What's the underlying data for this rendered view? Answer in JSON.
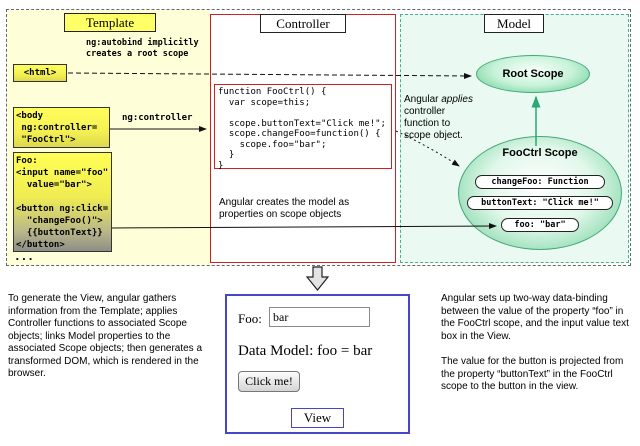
{
  "colors": {
    "template-bg": "#feffd9",
    "template-box": "#ffff66",
    "controller-border": "#cc2222",
    "model-border": "#45b08c",
    "model-bg": "#eafaf3",
    "scope-green": "#2aa876",
    "view-border": "#4646c8"
  },
  "template": {
    "header": "Template",
    "autobind_note": "ng:autobind implicitly\ncreates a root scope",
    "html_box": "<html>",
    "body_box": "<body\n ng:controller=\n \"FooCtrl\">",
    "ng_controller_label": "ng:controller",
    "code": "Foo:\n<input name=\"foo\"\n  value=\"bar\">\n\n<button ng:click=\n  \"changeFoo()\">\n  {{buttonText}}\n</button>",
    "ellipsis": "..."
  },
  "controller": {
    "header": "Controller",
    "code": "function FooCtrl() {\n  var scope=this;\n\n  scope.buttonText=\"Click me!\";\n  scope.changeFoo=function() {\n    scope.foo=\"bar\";\n  }\n}",
    "model_note": "Angular creates the model as\nproperties on scope objects"
  },
  "model": {
    "header": "Model",
    "root_scope_label": "Root Scope",
    "applies_note": {
      "pre": "Angular ",
      "emphasis": "applies",
      "post": "\ncontroller\nfunction to\nscope object."
    },
    "fooctrl_scope_label": "FooCtrl Scope",
    "pills": [
      "changeFoo: Function",
      "buttonText: \"Click me!\"",
      "foo: \"bar\""
    ]
  },
  "view": {
    "foo_label": "Foo:",
    "input_value": "bar",
    "data_model_text": "Data Model: foo = bar",
    "button_label": "Click me!",
    "caption": "View"
  },
  "notes": {
    "left": "To generate the View, angular gathers information from the Template; applies Controller functions to associated Scope objects; links Model properties to the associated Scope objects; then generates a transformed DOM, which is rendered in the browser.",
    "right_binding": "Angular sets up two-way data-binding between the value of the property “foo” in the FooCtrl scope, and the input value text box in the View.",
    "right_button": "The value for the button is projected from the property “buttonText” in the FooCtrl scope to the button in the view."
  }
}
